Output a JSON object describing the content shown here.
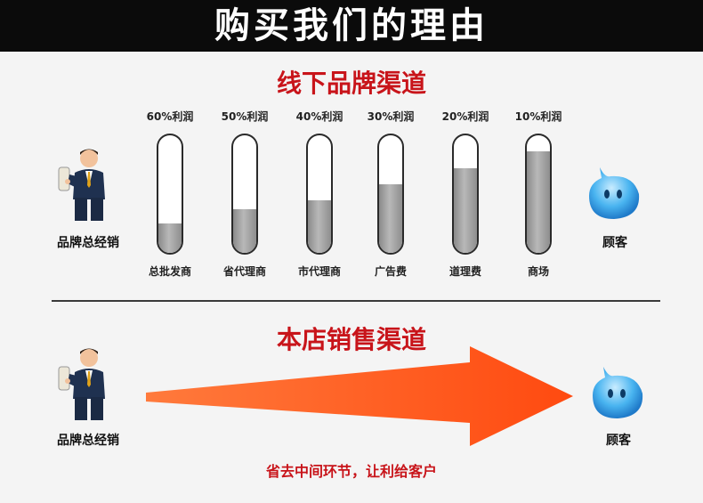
{
  "banner": {
    "title": "购买我们的理由"
  },
  "offline": {
    "title": "线下品牌渠道",
    "tubes": [
      {
        "percent": "60%利润",
        "cost": "总批发商",
        "fill": 0.25
      },
      {
        "percent": "50%利润",
        "cost": "省代理商",
        "fill": 0.37
      },
      {
        "percent": "40%利润",
        "cost": "市代理商",
        "fill": 0.45
      },
      {
        "percent": "30%利润",
        "cost": "广告费",
        "fill": 0.58
      },
      {
        "percent": "20%利润",
        "cost": "道理费",
        "fill": 0.72
      },
      {
        "percent": "10%利润",
        "cost": "商场",
        "fill": 0.86
      }
    ],
    "left_label": "品牌总经销",
    "right_label": "顾客"
  },
  "store": {
    "title": "本店销售渠道",
    "left_label": "品牌总经销",
    "right_label": "顾客",
    "note": "省去中间环节，让利给客户"
  },
  "colors": {
    "accent": "#c8141a",
    "arrow": "#ff5a1f",
    "banner": "#0b0b0b"
  },
  "icons": {
    "person": "businessman-icon",
    "customer": "water-drop-icon"
  }
}
